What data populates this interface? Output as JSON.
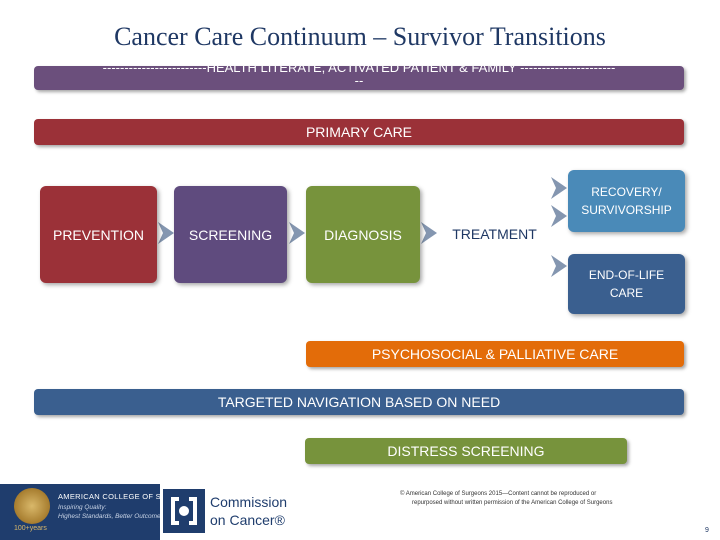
{
  "title": "Cancer Care Continuum – Survivor Transitions",
  "bars": {
    "top": "------------------------HEALTH LITERATE, ACTIVATED PATIENT & FAMILY ----------------------",
    "top_wrap": "--",
    "primary": "PRIMARY CARE",
    "psycho": "PSYCHOSOCIAL & PALLIATIVE CARE",
    "nav": "TARGETED NAVIGATION BASED ON NEED",
    "distress": "DISTRESS SCREENING"
  },
  "stages": {
    "prevention": "PREVENTION",
    "screening": "SCREENING",
    "diagnosis": "DIAGNOSIS",
    "treatment": "TREATMENT",
    "recovery_line1": "RECOVERY/",
    "recovery_line2": "SURVIVORSHIP",
    "eol_line1": "END-OF-LIFE",
    "eol_line2": "CARE"
  },
  "footer": {
    "acs_name": "AMERICAN COLLEGE OF SURGEONS",
    "acs_tag1": "Inspiring Quality:",
    "acs_tag2": "Highest Standards, Better Outcomes",
    "years": "100+years",
    "coc_line1": "Commission",
    "coc_line2": "on Cancer®",
    "copyright1": "© American College of Surgeons 2015—Content cannot be reproduced or",
    "copyright2": "repurposed without written permission of the American College of Surgeons",
    "page_number": "9"
  },
  "colors": {
    "title": "#1f3864",
    "purple": "#6b4f7c",
    "red": "#9b3138",
    "violet": "#5f4b7e",
    "green": "#77933c",
    "orange": "#e36c09",
    "navy": "#3a5f8f",
    "lightblue": "#4a8ab8",
    "chevron": "#8496b0"
  }
}
